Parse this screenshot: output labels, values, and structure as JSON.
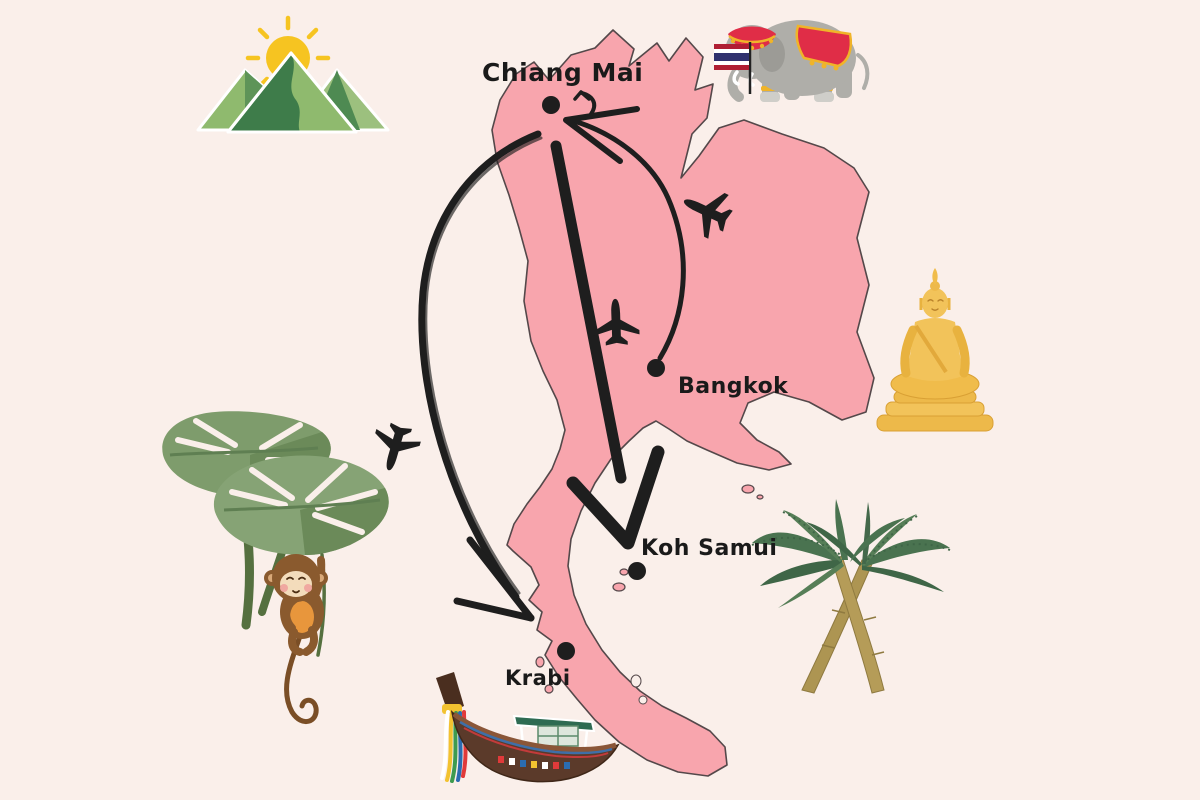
{
  "title": "Thailand travel route map",
  "colors": {
    "background": "#FAEFEA",
    "map_fill": "#F8A5AD",
    "map_outline": "#54484A",
    "route_color": "#1E1E1E",
    "label_color": "#1A1A1A",
    "sun_yellow": "#F6C421",
    "mountain_dark_green": "#3E7C4A",
    "mountain_light_green": "#8FBA6E",
    "buddha_gold": "#F0BC4B",
    "palm_green": "#3F6647",
    "palm_trunk": "#AD9552",
    "monstera_green": "#7E9C6C",
    "monkey_brown": "#8A5A2E",
    "elephant_gray": "#AFAEA9",
    "elephant_red": "#E02D47",
    "boat_brown": "#5B3A2A",
    "canopy_green": "#2E6B52"
  },
  "cities": [
    {
      "name": "Chiang Mai"
    },
    {
      "name": "Bangkok"
    },
    {
      "name": "Koh Samui"
    },
    {
      "name": "Krabi"
    }
  ],
  "routes": [
    {
      "from": "Bangkok",
      "to": "Chiang Mai",
      "mode": "flight",
      "style": "thin curved arrow"
    },
    {
      "from": "Chiang Mai",
      "to": "Koh Samui",
      "mode": "flight",
      "style": "thick straight arrow"
    },
    {
      "from": "Chiang Mai",
      "to": "Krabi",
      "mode": "flight",
      "style": "sketchy curved arrow"
    }
  ],
  "icons": [
    {
      "name": "mountains-sun-illustration"
    },
    {
      "name": "elephant-with-thai-flag-illustration"
    },
    {
      "name": "golden-buddha-illustration"
    },
    {
      "name": "monstera-monkey-illustration"
    },
    {
      "name": "palm-trees-illustration"
    },
    {
      "name": "longtail-boat-illustration"
    },
    {
      "name": "plane-icon-bangkok-chiangmai"
    },
    {
      "name": "plane-icon-chiangmai-kohsamui"
    },
    {
      "name": "plane-icon-chiangmai-krabi"
    }
  ]
}
